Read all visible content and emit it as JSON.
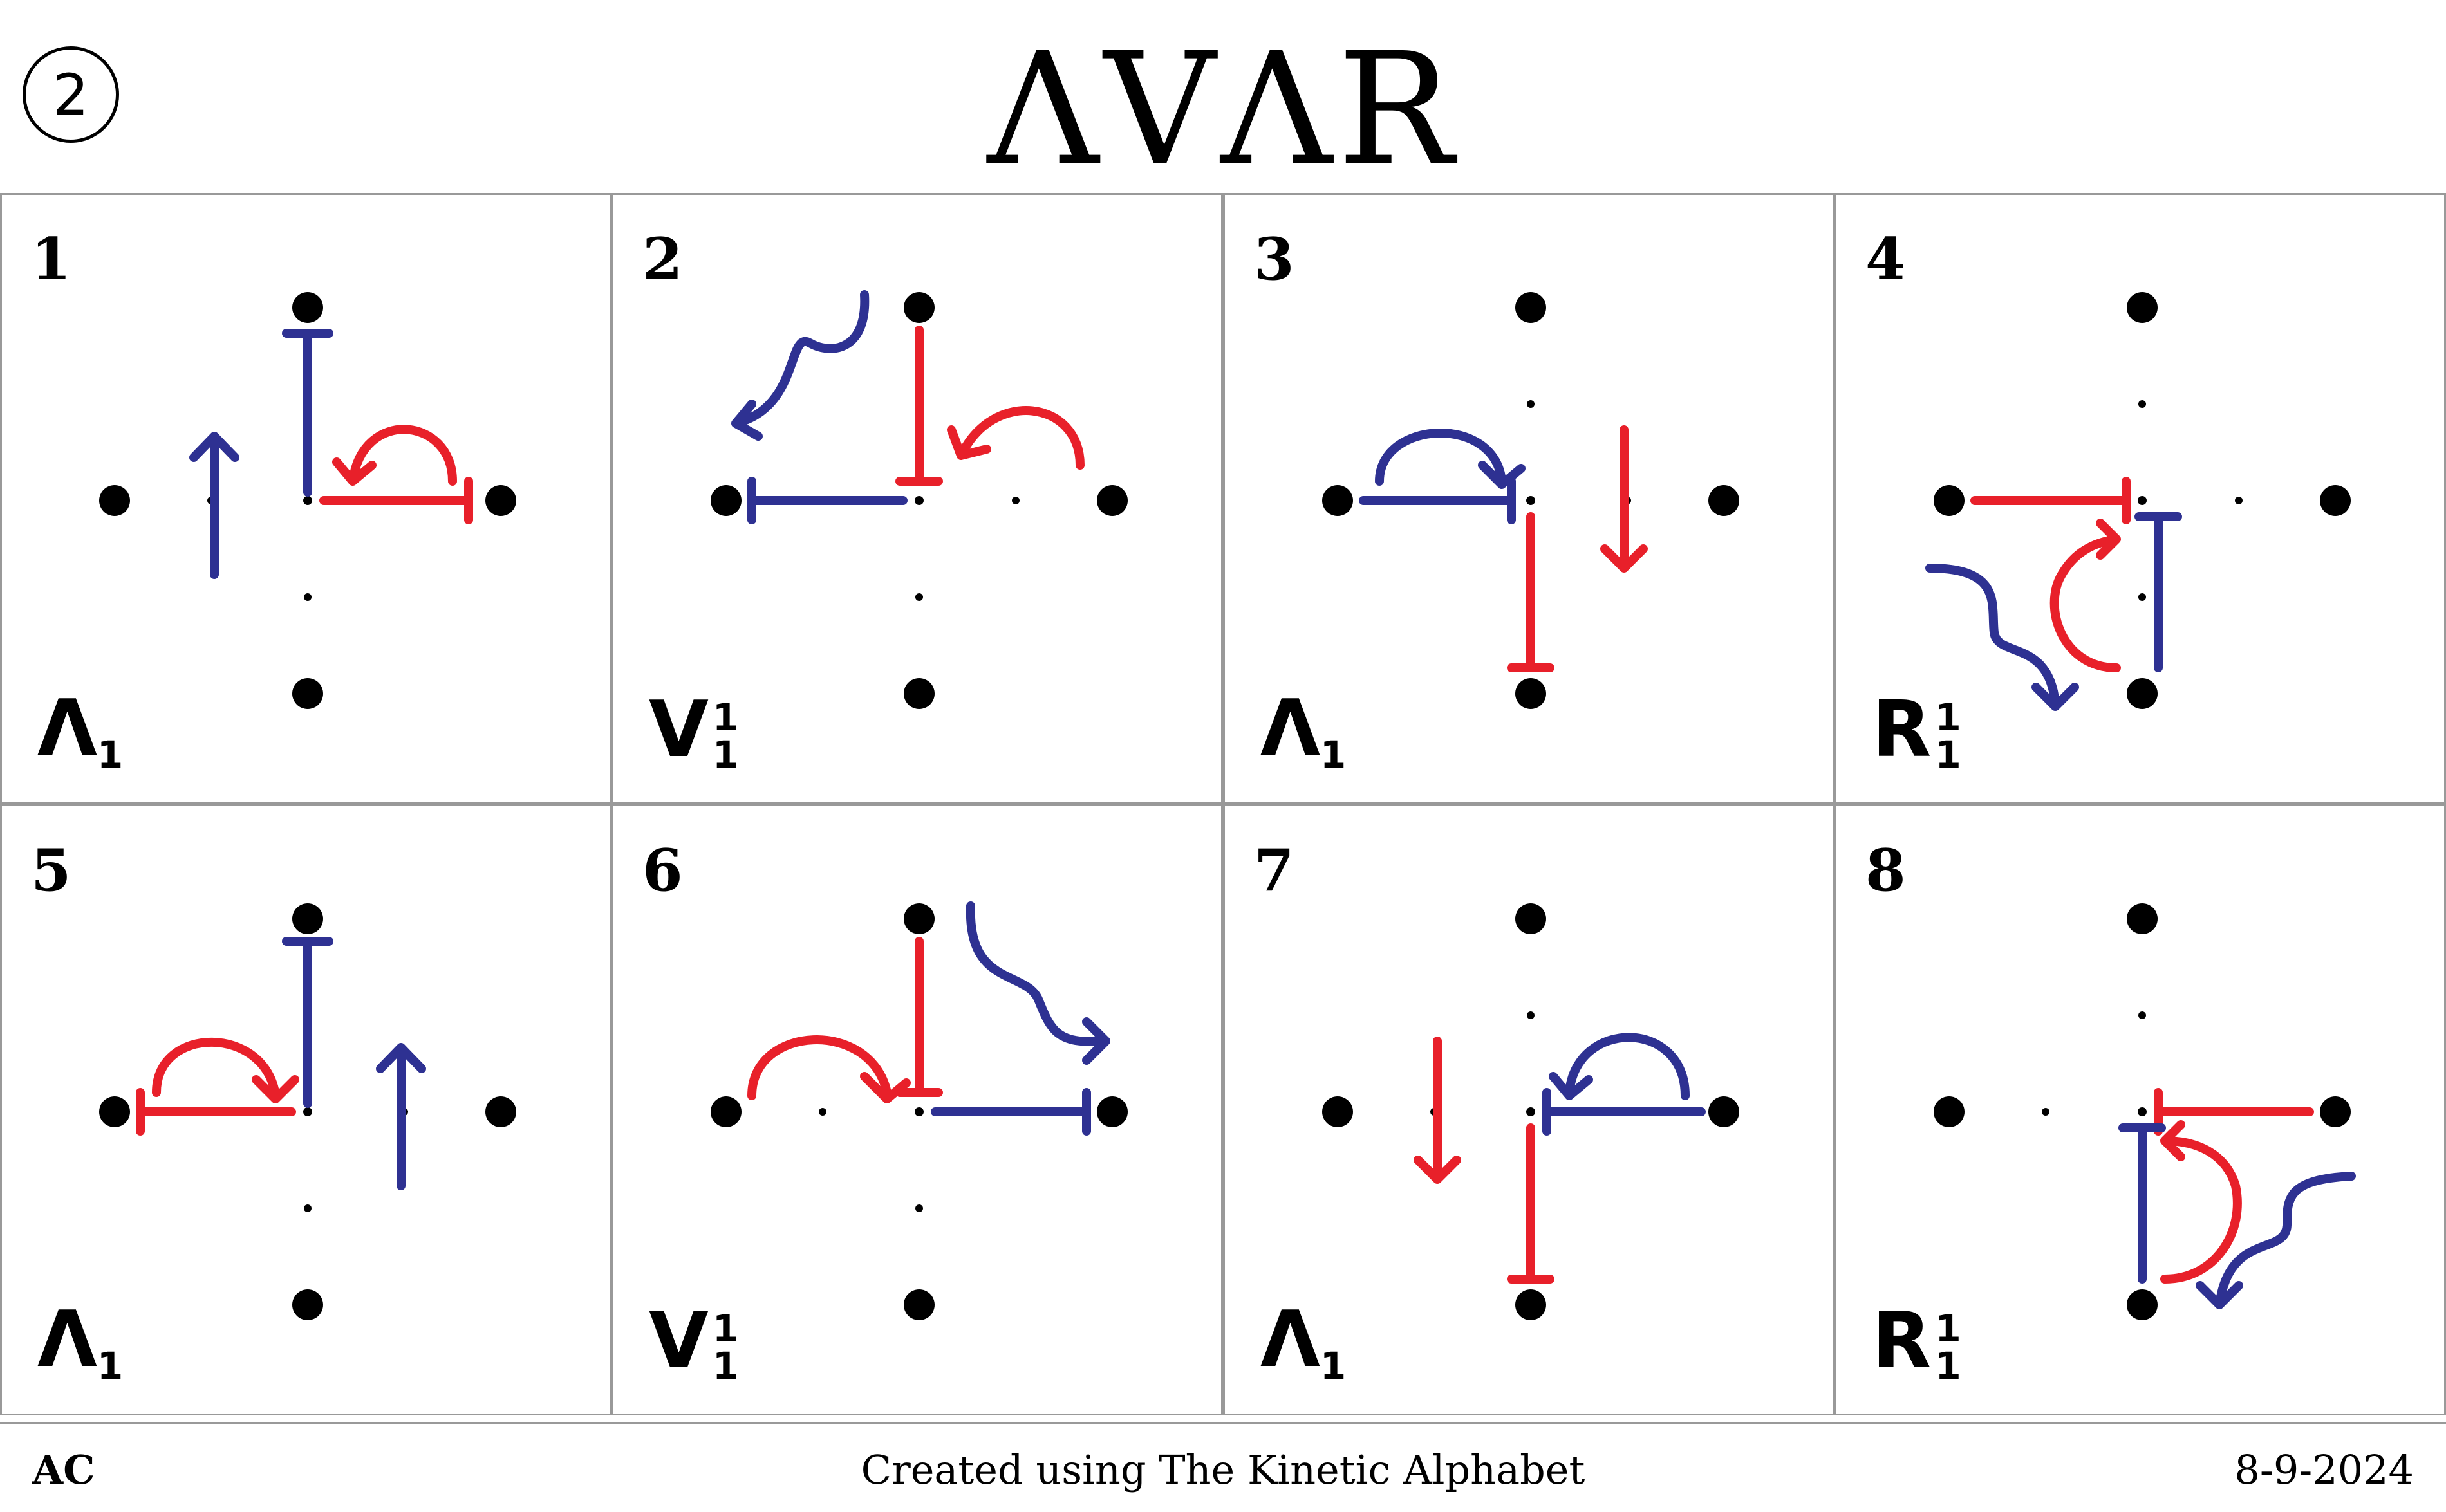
{
  "page_number": "2",
  "title": "ΛVΛR",
  "footer": {
    "left": "AC",
    "center": "Created using The Kinetic Alphabet",
    "right": "8-9-2024"
  },
  "colors": {
    "red": "#e8202a",
    "blue": "#2e3192",
    "dot": "#000000"
  },
  "cells": [
    {
      "number": "1",
      "letter": "Λ",
      "sub": "1",
      "sup": ""
    },
    {
      "number": "2",
      "letter": "V",
      "sub": "1",
      "sup": "1"
    },
    {
      "number": "3",
      "letter": "Λ",
      "sub": "1",
      "sup": ""
    },
    {
      "number": "4",
      "letter": "R",
      "sub": "1",
      "sup": "1"
    },
    {
      "number": "5",
      "letter": "Λ",
      "sub": "1",
      "sup": ""
    },
    {
      "number": "6",
      "letter": "V",
      "sub": "1",
      "sup": "1"
    },
    {
      "number": "7",
      "letter": "Λ",
      "sub": "1",
      "sup": ""
    },
    {
      "number": "8",
      "letter": "R",
      "sub": "1",
      "sup": "1"
    }
  ]
}
